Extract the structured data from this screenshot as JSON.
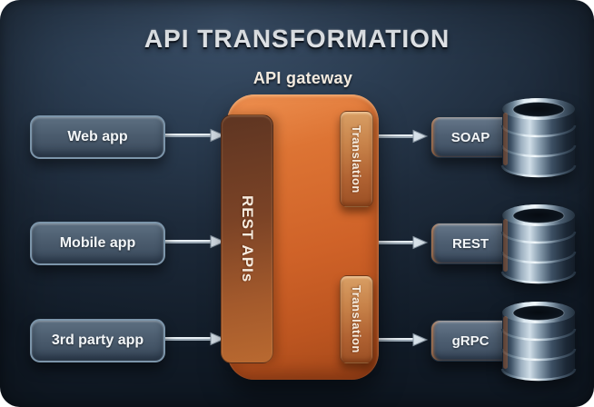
{
  "title": "API TRANSFORMATION",
  "gateway": {
    "label": "API gateway",
    "panel_label": "REST APIs",
    "translators": [
      {
        "label": "Translation"
      },
      {
        "label": "Translation"
      }
    ]
  },
  "sources": [
    {
      "label": "Web app"
    },
    {
      "label": "Mobile app"
    },
    {
      "label": "3rd party app"
    }
  ],
  "targets": [
    {
      "label": "SOAP",
      "icon": "database-icon"
    },
    {
      "label": "REST",
      "icon": "database-icon"
    },
    {
      "label": "gRPC",
      "icon": "database-icon"
    }
  ],
  "colors": {
    "background_top": "#3c516a",
    "background_bottom": "#111b27",
    "gateway_orange": "#cf6228",
    "panel_brown": "#7b4326",
    "translation_tan": "#c8834a",
    "node_steel": "#4c5d6f",
    "arrow_silver": "#ccd7e0",
    "text_light": "#e9edf1"
  }
}
